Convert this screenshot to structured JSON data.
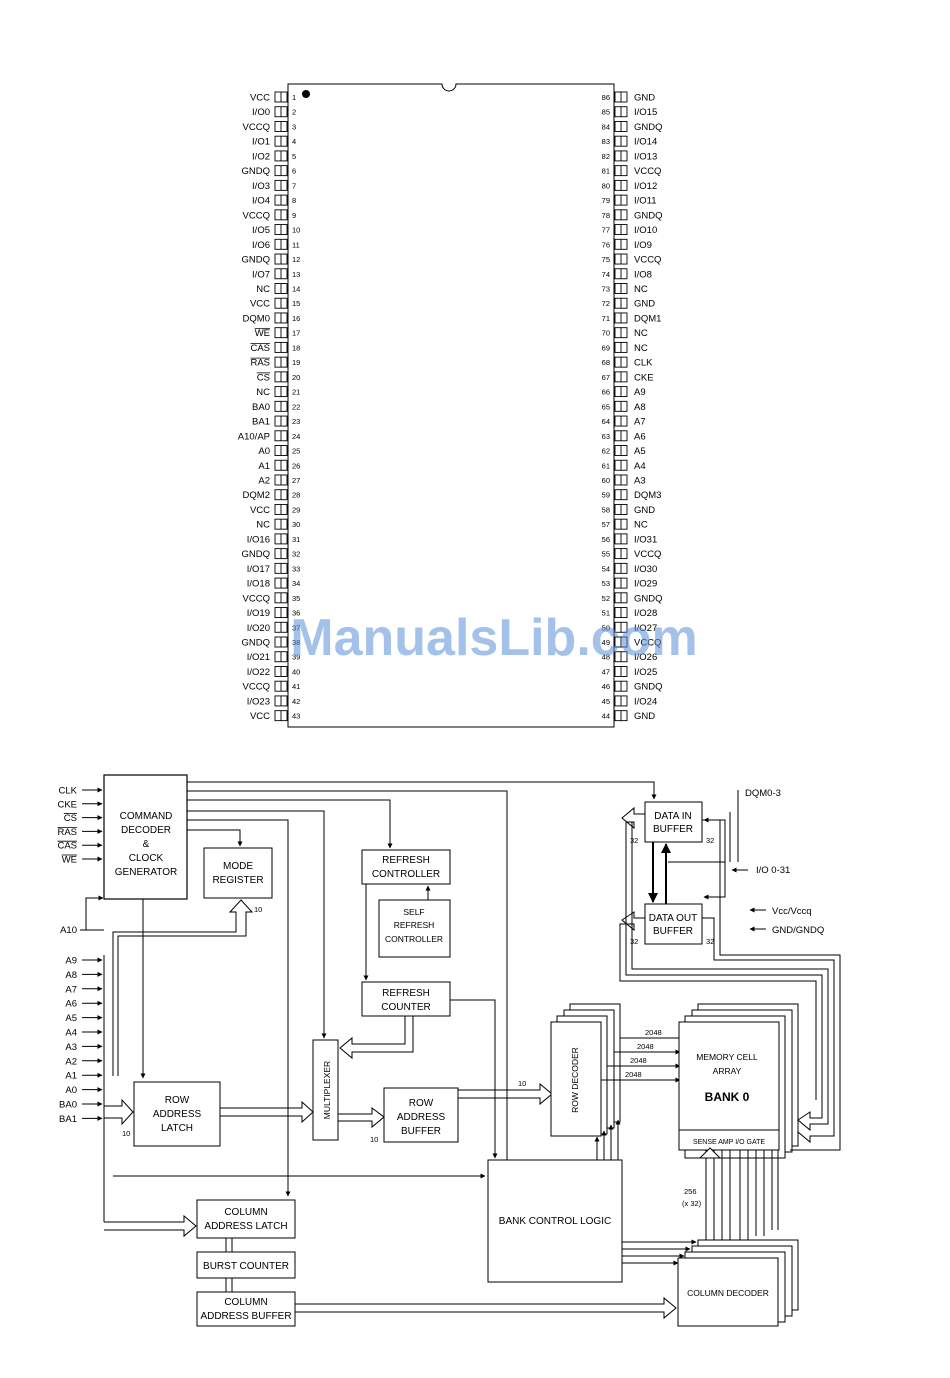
{
  "pinout": {
    "left_pins": [
      {
        "num": "1",
        "name": "VCC"
      },
      {
        "num": "2",
        "name": "I/O0"
      },
      {
        "num": "3",
        "name": "VCCQ"
      },
      {
        "num": "4",
        "name": "I/O1"
      },
      {
        "num": "5",
        "name": "I/O2"
      },
      {
        "num": "6",
        "name": "GNDQ"
      },
      {
        "num": "7",
        "name": "I/O3"
      },
      {
        "num": "8",
        "name": "I/O4"
      },
      {
        "num": "9",
        "name": "VCCQ"
      },
      {
        "num": "10",
        "name": "I/O5"
      },
      {
        "num": "11",
        "name": "I/O6"
      },
      {
        "num": "12",
        "name": "GNDQ"
      },
      {
        "num": "13",
        "name": "I/O7"
      },
      {
        "num": "14",
        "name": "NC"
      },
      {
        "num": "15",
        "name": "VCC"
      },
      {
        "num": "16",
        "name": "DQM0"
      },
      {
        "num": "17",
        "name": "WE",
        "bar": true
      },
      {
        "num": "18",
        "name": "CAS",
        "bar": true
      },
      {
        "num": "19",
        "name": "RAS",
        "bar": true
      },
      {
        "num": "20",
        "name": "CS",
        "bar": true
      },
      {
        "num": "21",
        "name": "NC"
      },
      {
        "num": "22",
        "name": "BA0"
      },
      {
        "num": "23",
        "name": "BA1"
      },
      {
        "num": "24",
        "name": "A10/AP"
      },
      {
        "num": "25",
        "name": "A0"
      },
      {
        "num": "26",
        "name": "A1"
      },
      {
        "num": "27",
        "name": "A2"
      },
      {
        "num": "28",
        "name": "DQM2"
      },
      {
        "num": "29",
        "name": "VCC"
      },
      {
        "num": "30",
        "name": "NC"
      },
      {
        "num": "31",
        "name": "I/O16"
      },
      {
        "num": "32",
        "name": "GNDQ"
      },
      {
        "num": "33",
        "name": "I/O17"
      },
      {
        "num": "34",
        "name": "I/O18"
      },
      {
        "num": "35",
        "name": "VCCQ"
      },
      {
        "num": "36",
        "name": "I/O19"
      },
      {
        "num": "37",
        "name": "I/O20"
      },
      {
        "num": "38",
        "name": "GNDQ"
      },
      {
        "num": "39",
        "name": "I/O21"
      },
      {
        "num": "40",
        "name": "I/O22"
      },
      {
        "num": "41",
        "name": "VCCQ"
      },
      {
        "num": "42",
        "name": "I/O23"
      },
      {
        "num": "43",
        "name": "VCC"
      }
    ],
    "right_pins": [
      {
        "num": "86",
        "name": "GND"
      },
      {
        "num": "85",
        "name": "I/O15"
      },
      {
        "num": "84",
        "name": "GNDQ"
      },
      {
        "num": "83",
        "name": "I/O14"
      },
      {
        "num": "82",
        "name": "I/O13"
      },
      {
        "num": "81",
        "name": "VCCQ"
      },
      {
        "num": "80",
        "name": "I/O12"
      },
      {
        "num": "79",
        "name": "I/O11"
      },
      {
        "num": "78",
        "name": "GNDQ"
      },
      {
        "num": "77",
        "name": "I/O10"
      },
      {
        "num": "76",
        "name": "I/O9"
      },
      {
        "num": "75",
        "name": "VCCQ"
      },
      {
        "num": "74",
        "name": "I/O8"
      },
      {
        "num": "73",
        "name": "NC"
      },
      {
        "num": "72",
        "name": "GND"
      },
      {
        "num": "71",
        "name": "DQM1"
      },
      {
        "num": "70",
        "name": "NC"
      },
      {
        "num": "69",
        "name": "NC"
      },
      {
        "num": "68",
        "name": "CLK"
      },
      {
        "num": "67",
        "name": "CKE"
      },
      {
        "num": "66",
        "name": "A9"
      },
      {
        "num": "65",
        "name": "A8"
      },
      {
        "num": "64",
        "name": "A7"
      },
      {
        "num": "63",
        "name": "A6"
      },
      {
        "num": "62",
        "name": "A5"
      },
      {
        "num": "61",
        "name": "A4"
      },
      {
        "num": "60",
        "name": "A3"
      },
      {
        "num": "59",
        "name": "DQM3"
      },
      {
        "num": "58",
        "name": "GND"
      },
      {
        "num": "57",
        "name": "NC"
      },
      {
        "num": "56",
        "name": "I/O31"
      },
      {
        "num": "55",
        "name": "VCCQ"
      },
      {
        "num": "54",
        "name": "I/O30"
      },
      {
        "num": "53",
        "name": "I/O29"
      },
      {
        "num": "52",
        "name": "GNDQ"
      },
      {
        "num": "51",
        "name": "I/O28"
      },
      {
        "num": "50",
        "name": "I/O27"
      },
      {
        "num": "49",
        "name": "VCCQ"
      },
      {
        "num": "48",
        "name": "I/O26"
      },
      {
        "num": "47",
        "name": "I/O25"
      },
      {
        "num": "46",
        "name": "GNDQ"
      },
      {
        "num": "45",
        "name": "I/O24"
      },
      {
        "num": "44",
        "name": "GND"
      }
    ]
  },
  "block_diagram": {
    "inputs": {
      "ctrl": [
        {
          "name": "CLK"
        },
        {
          "name": "CKE"
        },
        {
          "name": "CS",
          "bar": true
        },
        {
          "name": "RAS",
          "bar": true
        },
        {
          "name": "CAS",
          "bar": true
        },
        {
          "name": "WE",
          "bar": true
        }
      ],
      "a10": "A10",
      "addr": [
        "A9",
        "A8",
        "A7",
        "A6",
        "A5",
        "A4",
        "A3",
        "A2",
        "A1",
        "A0",
        "BA0",
        "BA1"
      ]
    },
    "blocks": {
      "command_decoder": [
        "COMMAND",
        "DECODER",
        "&",
        "CLOCK",
        "GENERATOR"
      ],
      "mode_register": [
        "MODE",
        "REGISTER"
      ],
      "refresh_controller": [
        "REFRESH",
        "CONTROLLER"
      ],
      "self_refresh_controller": [
        "SELF",
        "REFRESH",
        "CONTROLLER"
      ],
      "refresh_counter": [
        "REFRESH",
        "COUNTER"
      ],
      "multiplexer": "MULTIPLEXER",
      "row_address_latch": [
        "ROW",
        "ADDRESS",
        "LATCH"
      ],
      "row_address_buffer": [
        "ROW",
        "ADDRESS",
        "BUFFER"
      ],
      "row_decoder": "ROW DECODER",
      "memory_cell_array": [
        "MEMORY CELL",
        "ARRAY"
      ],
      "bank": "BANK 0",
      "sense_amp": "SENSE AMP I/O GATE",
      "data_in_buffer": [
        "DATA IN",
        "BUFFER"
      ],
      "data_out_buffer": [
        "DATA OUT",
        "BUFFER"
      ],
      "bank_control_logic": "BANK CONTROL LOGIC",
      "column_address_latch": [
        "COLUMN",
        "ADDRESS LATCH"
      ],
      "burst_counter": "BURST COUNTER",
      "column_address_buffer": [
        "COLUMN",
        "ADDRESS BUFFER"
      ],
      "column_decoder": "COLUMN DECODER"
    },
    "signals": {
      "dqm": "DQM0-3",
      "io": "I/O 0-31",
      "vcc": "Vcc/Vccq",
      "gnd": "GND/GNDQ"
    },
    "bus_widths": {
      "mode_reg": "10",
      "row_latch": "10",
      "row_buffer": "10",
      "row_decoder_in": "10",
      "rows": [
        "2048",
        "2048",
        "2048",
        "2048"
      ],
      "data_in_left": "32",
      "data_in_right": "32",
      "data_out_left": "32",
      "data_out_right": "32",
      "columns": [
        "256",
        "(x 32)"
      ]
    }
  },
  "watermark": "ManualsLib.com"
}
